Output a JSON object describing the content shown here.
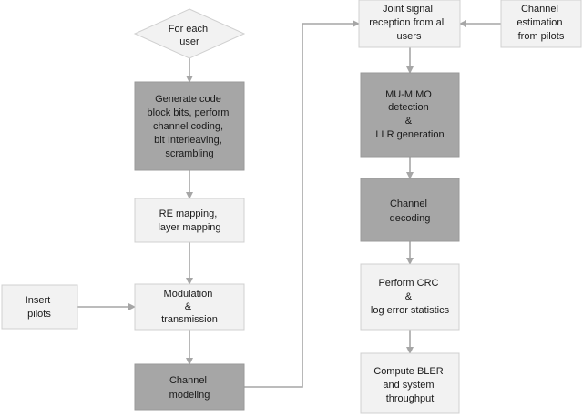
{
  "nodes": {
    "for_each_user": [
      "For each",
      "user"
    ],
    "generate_code": [
      "Generate code",
      "block bits, perform",
      "channel coding,",
      "bit Interleaving,",
      "scrambling"
    ],
    "re_mapping": [
      "RE mapping,",
      "layer mapping"
    ],
    "modulation": [
      "Modulation",
      "&",
      "transmission"
    ],
    "insert_pilots": [
      "Insert",
      "pilots"
    ],
    "channel_modeling": [
      "Channel",
      "modeling"
    ],
    "joint_reception": [
      "Joint signal",
      "reception from all",
      "users"
    ],
    "channel_estimation": [
      "Channel",
      "estimation",
      "from pilots"
    ],
    "mu_mimo": [
      "MU-MIMO",
      "detection",
      "&",
      "LLR generation"
    ],
    "channel_decoding": [
      "Channel",
      "decoding"
    ],
    "perform_crc": [
      "Perform CRC",
      "&",
      "log error statistics"
    ],
    "compute_bler": [
      "Compute BLER",
      "and system",
      "throughput"
    ]
  },
  "colors": {
    "light_box": "#f2f2f2",
    "dark_box": "#a6a6a6",
    "connector": "#a6a6a6"
  }
}
